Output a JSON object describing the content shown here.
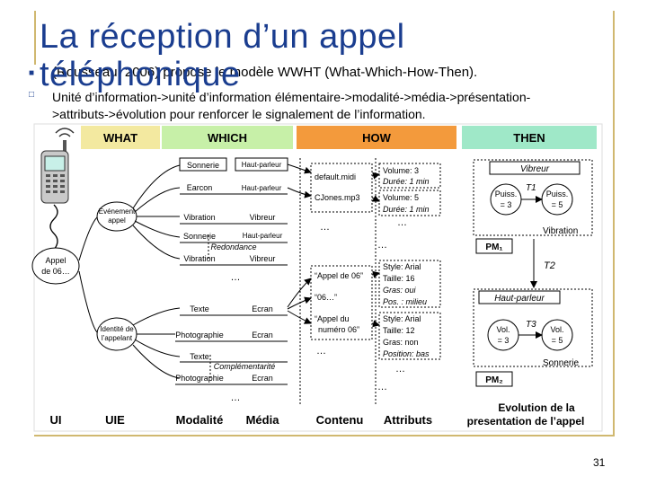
{
  "title": {
    "line1": "La réception d’un appel",
    "line2": "téléphonique"
  },
  "bullets": [
    {
      "text": "(Rousseau, 2006) propose le modèle WWHT (What-Which-How-Then)."
    },
    {
      "text": "Unité d’information->unité d’information élémentaire->modalité->média->présentation-",
      "cont": ">attributs->évolution  pour renforcer le signalement  de l’information."
    }
  ],
  "colors": {
    "title": "#1a3d8f",
    "what": "#f3e9a0",
    "which": "#c7f0a8",
    "how": "#f39a3c",
    "then": "#9fe8c8",
    "accent": "#1a3d8f"
  },
  "diagram": {
    "headers": {
      "what": "WHAT",
      "which": "WHICH",
      "how": "HOW",
      "then": "THEN"
    },
    "footer": {
      "ui": "UI",
      "uie": "UIE",
      "modalite": "Modalité",
      "media": "Média",
      "contenu": "Contenu",
      "attributs": "Attributs",
      "evolution1": "Evolution de la",
      "evolution2": "presentation de l’appel"
    },
    "nodes": {
      "appel": [
        "Appel",
        "de 06…"
      ],
      "evenement": [
        "Evénement",
        "appel"
      ],
      "identite": [
        "Identité de",
        "l’appelant"
      ]
    },
    "which_rows": {
      "sonnerie1": "Sonnerie",
      "hautparleur1": "Haut-parleur",
      "earcon": "Earcon",
      "hautparleur2": "Haut-parleur",
      "vibration1": "Vibration",
      "vibreur1": "Vibreur",
      "sonnerie2": "Sonnerie",
      "hautparleur3": "Haut-parleur",
      "redondance": "Redondance",
      "vibration2": "Vibration",
      "vibreur2": "Vibreur",
      "texte1": "Texte",
      "ecran1": "Ecran",
      "photo1": "Photographie",
      "ecran2": "Ecran",
      "texte2": "Texte",
      "complementarite": "Complémentarité",
      "photo2": "Photographie",
      "ecran3": "Ecran",
      "dots": "…"
    },
    "how": {
      "defaultmidi": "default.midi",
      "cjones": "CJones.mp3",
      "volume3": "Volume: 3",
      "duree1a": "Durée: 1 min",
      "volume5": "Volume: 5",
      "duree1b": "Durée: 1 min",
      "appel06": "“Appel de 06”",
      "num06": "“06…”",
      "appelnum1": "“Appel du",
      "appelnum2": "numéro 06”",
      "style1": "Style: Arial",
      "taille16": "Taille: 16",
      "grasoui": "Gras: oui",
      "posmilieu": "Pos. : milieu",
      "style2": "Style: Arial",
      "taille12": "Taille: 12",
      "grasnon": "Gras: non",
      "posbas": "Position: bas",
      "dots": "…"
    },
    "then": {
      "vibreur": "Vibreur",
      "t1": "T1",
      "puiss3a": "Puiss.",
      "puiss3b": "= 3",
      "puiss5a": "Puiss.",
      "puiss5b": "= 5",
      "vibration": "Vibration",
      "pm1": "PM₁",
      "t2": "T2",
      "hautparleur": "Haut-parleur",
      "t3": "T3",
      "vol3a": "Vol.",
      "vol3b": "= 3",
      "vol5a": "Vol.",
      "vol5b": "= 5",
      "sonnerie": "Sonnerie",
      "pm2": "PM₂"
    }
  },
  "page_number": "31"
}
